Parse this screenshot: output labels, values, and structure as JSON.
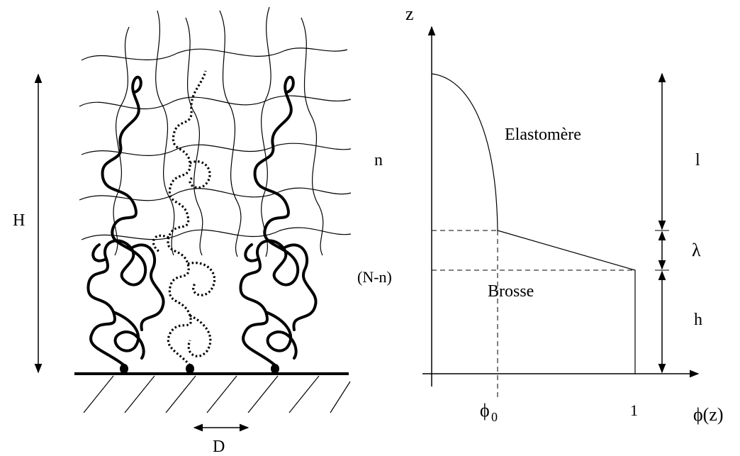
{
  "left_panel": {
    "height_label": "H",
    "spacing_label": "D",
    "upper_chain_label": "n",
    "lower_chain_label": "(N-n)"
  },
  "right_panel": {
    "z_axis_label": "z",
    "phi_axis_label": "ϕ(z)",
    "phi0_tick_base": "ϕ",
    "phi0_tick_sub": "0",
    "one_tick": "1",
    "elastomer_label": "Elastomère",
    "brush_label": "Brosse",
    "l_label": "l",
    "lambda_label": "λ",
    "h_label": "h"
  }
}
